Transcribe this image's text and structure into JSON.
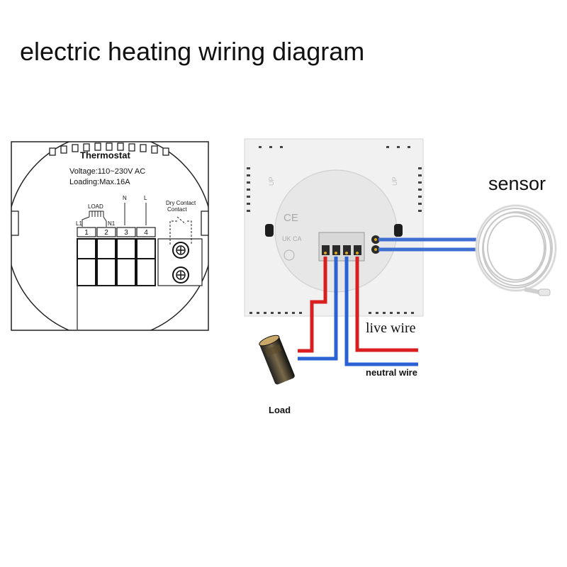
{
  "title": "electric heating wiring diagram",
  "panel": {
    "heading": "Thermostat",
    "voltage": "Voltage:110~230V AC",
    "loading": "Loading:Max.16A",
    "load_label": "LOAD",
    "n_label": "N",
    "l_label": "L",
    "l1_label": "L1",
    "n1_label": "N1",
    "dry_contact_1": "Dry Contact",
    "dry_contact_2": "Contact",
    "terminals": [
      "1",
      "2",
      "3",
      "4"
    ]
  },
  "device": {
    "up_left": "UP",
    "up_right": "UP",
    "ce": "CE",
    "ukca": "UK CA"
  },
  "labels": {
    "sensor": "sensor",
    "live_wire": "live wire",
    "neutral_wire": "neutral wire",
    "load": "Load"
  },
  "colors": {
    "live": "#d81e1e",
    "neutral": "#2a62d6",
    "sensor_wire": "#3f6fd0"
  }
}
